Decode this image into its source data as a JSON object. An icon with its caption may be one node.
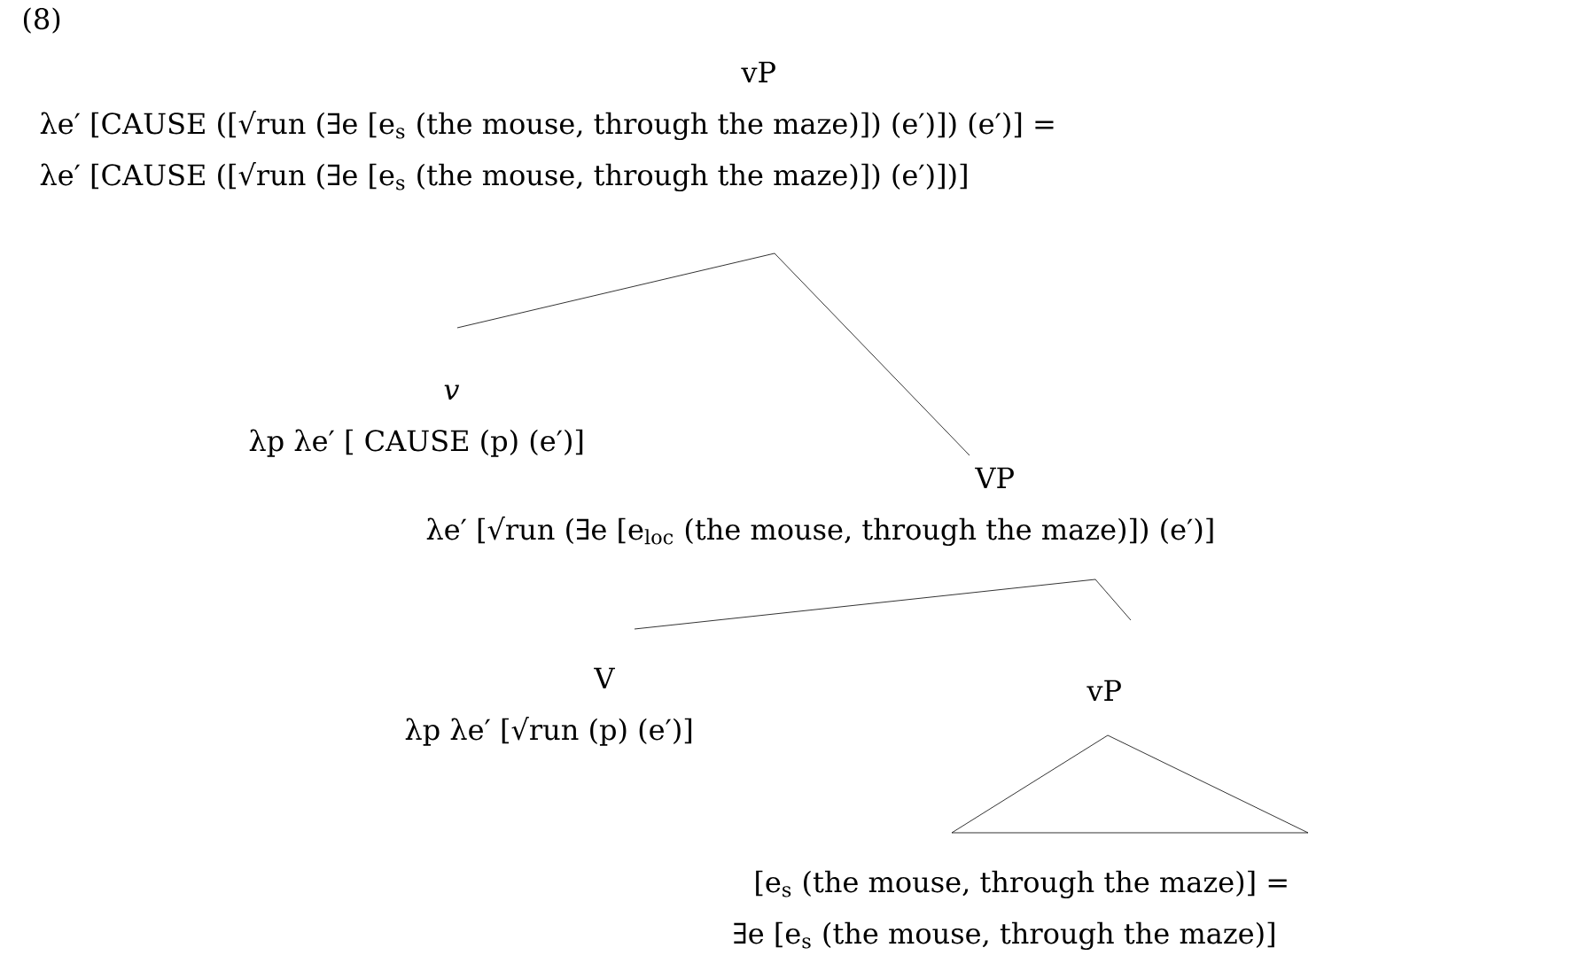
{
  "diagram": {
    "nodes": [
      {
        "text": [
          "vP",
          "λe′ [CAUSE ([√run (∃e [e$_{s}$ (the mouse, through the maze)]) (e′)]) (e′)] =",
          "λe′ [CAUSE ([√run (∃e [e$_{s}$ (the mouse, through the maze)]) (e′)])]"
        ]
      },
      {
        "text": [
          "*v*",
          "λp λe′ [ CAUSE (p) (e′)]"
        ]
      },
      {
        "text": [
          "VP",
          "λe′ [√run (∃e [e$_{loc}$ (the mouse, through the maze)]) (e′)]"
        ]
      },
      {
        "text": [
          "V",
          "λp λe′ [√run (p) (e′)]"
        ]
      },
      {
        "text": [
          "vP",
          "[e$_{s}$ (the mouse, through the maze)] =",
          "∃e [e$_{s}$ (the mouse, through the maze)]"
        ]
      }
    ],
    "edges": [
      {
        "from": 0,
        "to": 1,
        "arrow": "none"
      },
      {
        "from": 0,
        "to": 2,
        "arrow": "none"
      },
      {
        "from": 2,
        "to": 3,
        "arrow": "none"
      },
      {
        "from": 2,
        "to": 4,
        "arrow": "none"
      }
    ],
    "labels": [
      "(8)"
    ]
  }
}
